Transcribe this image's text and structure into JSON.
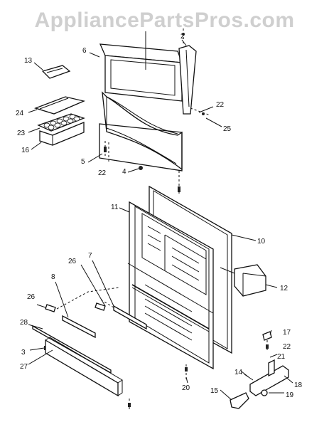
{
  "watermark": "AppliancePartsPros.com",
  "callouts": {
    "c2": "2",
    "c6": "6",
    "c13": "13",
    "c24": "24",
    "c23": "23",
    "c16": "16",
    "c5": "5",
    "c22a": "22",
    "c4": "4",
    "c22b": "22",
    "c25": "25",
    "c11": "11",
    "c10": "10",
    "c7": "7",
    "c26a": "26",
    "c8": "8",
    "c12": "12",
    "c26b": "26",
    "c28": "28",
    "c3": "3",
    "c27": "27",
    "c17": "17",
    "c22c": "22",
    "c21": "21",
    "c14": "14",
    "c18": "18",
    "c15": "15",
    "c19": "19",
    "c20": "20"
  }
}
